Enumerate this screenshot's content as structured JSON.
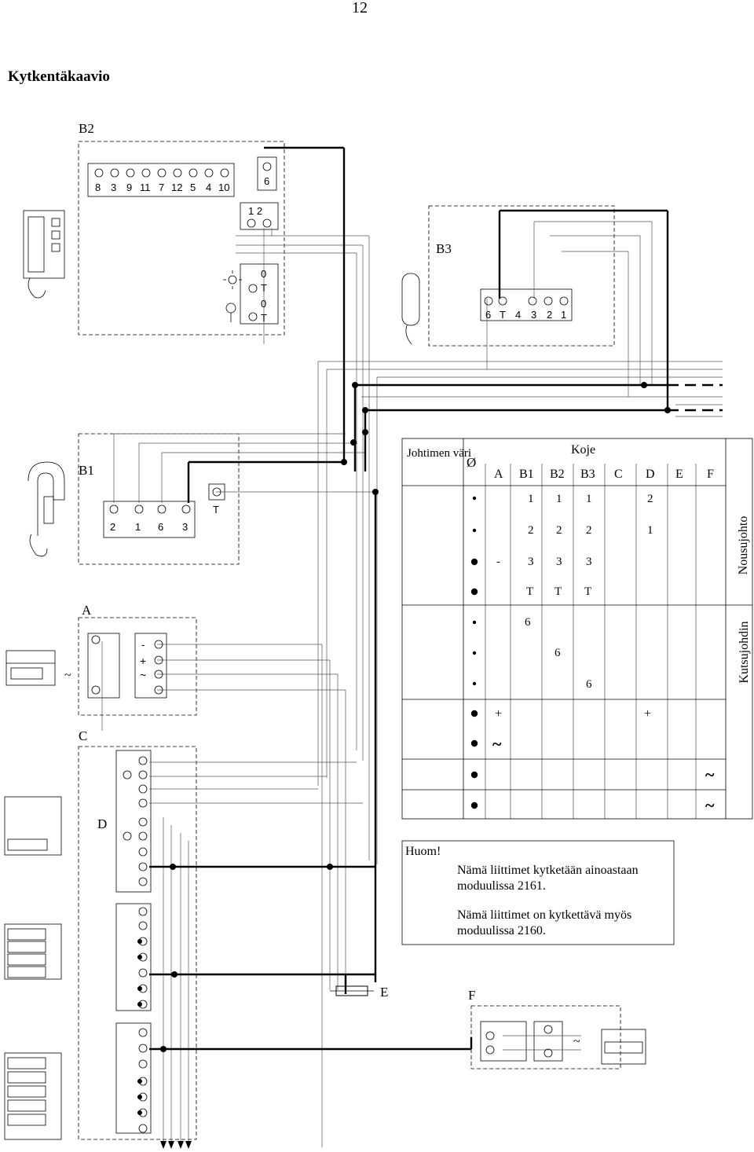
{
  "page_number": "12",
  "title": "Kytkentäkaavio",
  "labels": {
    "b2": "B2",
    "b3": "B3",
    "b1": "B1",
    "a": "A",
    "c": "C",
    "d": "D",
    "e": "E",
    "f": "F",
    "tilde": "~"
  },
  "b2_terminals": [
    "8",
    "3",
    "9",
    "11",
    "7",
    "12",
    "5",
    "4",
    "10"
  ],
  "b2_term6": "6",
  "b2_term12": "1 2",
  "b2_light": [
    "0",
    "T"
  ],
  "b2_key": [
    "0",
    "T"
  ],
  "b3_terminals": [
    "6",
    "T",
    "4",
    "3",
    "2",
    "1"
  ],
  "b1_terminals": [
    "2",
    "1",
    "6",
    "3"
  ],
  "b1_t": "T",
  "a_terminals": [
    "-",
    "+",
    "~"
  ],
  "table": {
    "color_header": "Johtimen väri",
    "gauge_header": "Ø",
    "device_header": "Koje",
    "columns": [
      "A",
      "B1",
      "B2",
      "B3",
      "C",
      "D",
      "E",
      "F"
    ],
    "side_riser": "Nousujohto",
    "side_call": "Kutsujohdin",
    "rows": [
      {
        "A": "",
        "B1": "1",
        "B2": "1",
        "B3": "1",
        "C": "",
        "D": "2"
      },
      {
        "A": "",
        "B1": "2",
        "B2": "2",
        "B3": "2",
        "C": "",
        "D": "1"
      },
      {
        "A": "-",
        "B1": "3",
        "B2": "3",
        "B3": "3"
      },
      {
        "B1": "T",
        "B2": "T",
        "B3": "T"
      },
      {
        "A": "6"
      },
      {
        "B1": "6"
      },
      {
        "B2": "6"
      },
      {
        "A": "+",
        "D": "+"
      },
      {
        "A": "~"
      },
      {
        "F": "~"
      },
      {
        "F": "~"
      }
    ]
  },
  "note": {
    "title": "Huom!",
    "line1a": "Nämä liittimet kytketään ainoastaan",
    "line1b": "moduulissa 2161.",
    "line2a": "Nämä liittimet on kytkettävä myös",
    "line2b": "moduulissa 2160."
  }
}
